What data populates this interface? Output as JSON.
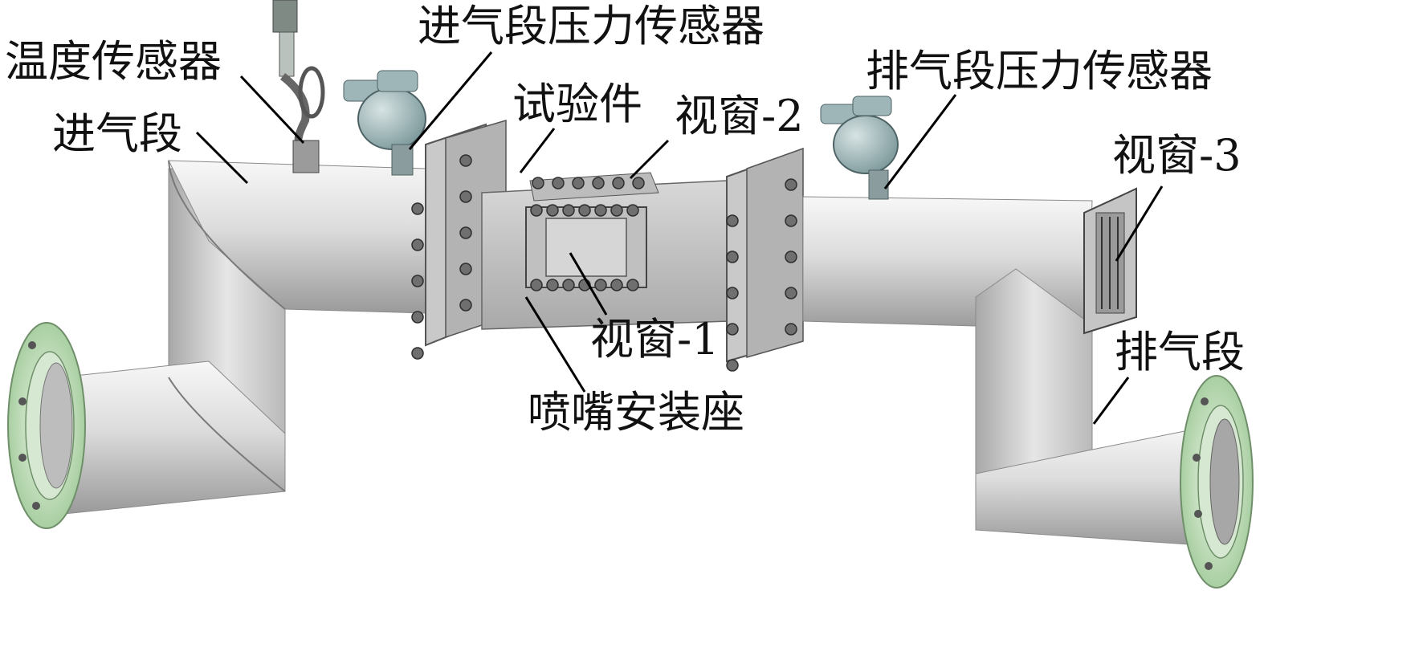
{
  "labels": {
    "temperature_sensor": "温度传感器",
    "inlet_pressure_sensor": "进气段压力传感器",
    "inlet_section": "进气段",
    "test_piece": "试验件",
    "window_2": "视窗-2",
    "exhaust_pressure_sensor": "排气段压力传感器",
    "window_3": "视窗-3",
    "window_1": "视窗-1",
    "exhaust_section": "排气段",
    "nozzle_mount": "喷嘴安装座"
  },
  "colors": {
    "pipe_light": "#ececec",
    "pipe_mid": "#c4c4c4",
    "pipe_dark": "#8c8c8c",
    "flange_green": "#bfe0b8",
    "sensor_teal": "#9fb6b8",
    "bolt_blue": "#6a7fb0",
    "leader": "#000000"
  }
}
